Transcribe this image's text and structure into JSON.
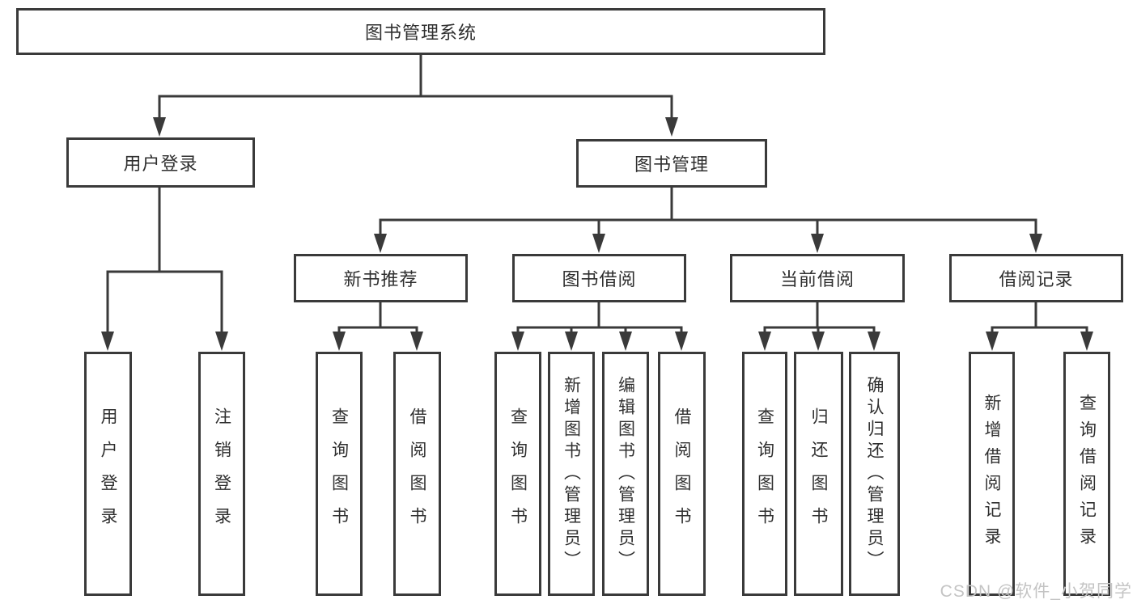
{
  "diagram": {
    "tree": {
      "label": "图书管理系统",
      "children": [
        {
          "label": "用户登录",
          "children": [
            {
              "label": "用户登录"
            },
            {
              "label": "注销登录"
            }
          ]
        },
        {
          "label": "图书管理",
          "children": [
            {
              "label": "新书推荐",
              "children": [
                {
                  "label": "查询图书"
                },
                {
                  "label": "借阅图书"
                }
              ]
            },
            {
              "label": "图书借阅",
              "children": [
                {
                  "label": "查询图书"
                },
                {
                  "label": "新增图书（管理员）"
                },
                {
                  "label": "编辑图书（管理员）"
                },
                {
                  "label": "借阅图书"
                }
              ]
            },
            {
              "label": "当前借阅",
              "children": [
                {
                  "label": "查询图书"
                },
                {
                  "label": "归还图书"
                },
                {
                  "label": "确认归还（管理员）"
                }
              ]
            },
            {
              "label": "借阅记录",
              "children": [
                {
                  "label": "新增借阅记录"
                },
                {
                  "label": "查询借阅记录"
                }
              ]
            }
          ]
        }
      ]
    }
  },
  "watermark": {
    "text": "CSDN @软件_小贺同学"
  },
  "colors": {
    "line": "#3a3a3a",
    "text": "#2f2f2f",
    "watermark": "#c4c4c4",
    "background": "#ffffff"
  }
}
